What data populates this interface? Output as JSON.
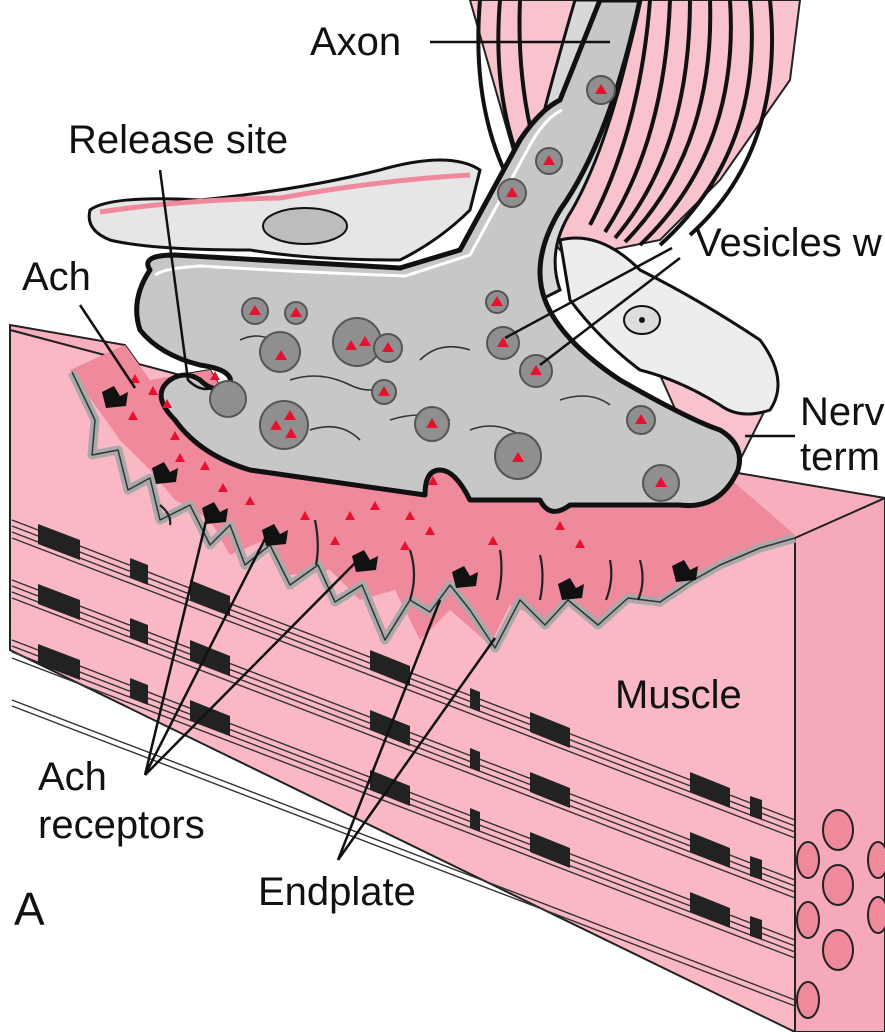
{
  "figure": {
    "panel_letter": "A",
    "labels": {
      "axon": "Axon",
      "release_site": "Release site",
      "ach": "Ach",
      "vesicles": "Vesicles w",
      "nerve_terminal_line1": "Nerv",
      "nerve_terminal_line2": "term",
      "muscle": "Muscle",
      "ach_receptors_line1": "Ach",
      "ach_receptors_line2": "receptors",
      "endplate": "Endplate"
    },
    "colors": {
      "muscle_pink": "#f9b8c4",
      "endplate_pink": "#ef8a9c",
      "membrane_gray": "#a9a9a9",
      "terminal_gray": "#c7c7c7",
      "vesicle_gray": "#8f8f8f",
      "ach_red": "#e8102f",
      "outline": "#111111"
    }
  }
}
